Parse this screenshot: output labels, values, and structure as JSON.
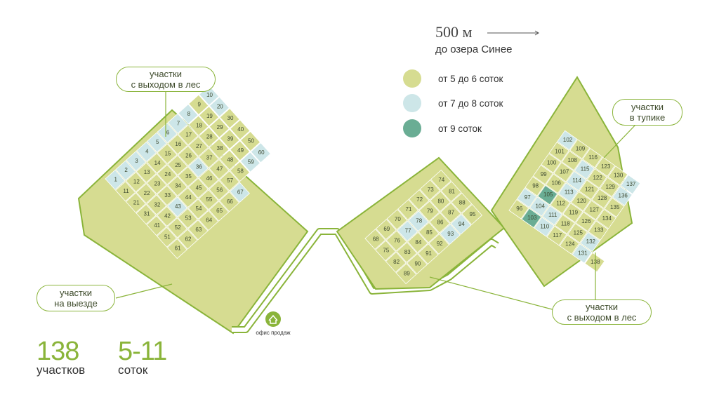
{
  "distance": {
    "value": "500 м",
    "label": "до озера Синее"
  },
  "legend": [
    {
      "label": "от 5 до 6 соток",
      "color": "#d6dc91"
    },
    {
      "label": "от 7 до 8 соток",
      "color": "#cde6e8"
    },
    {
      "label": "от 9 соток",
      "color": "#6aad94"
    }
  ],
  "callouts": {
    "forest_left": [
      "участки",
      "с выходом в лес"
    ],
    "exit": [
      "участки",
      "на выезде"
    ],
    "deadend": [
      "участки",
      "в тупике"
    ],
    "forest_right": [
      "участки",
      "с выходом в лес"
    ]
  },
  "sales_office": "офис продаж",
  "stats": {
    "plots_count": "138",
    "plots_label": "участков",
    "area_range": "5-11",
    "area_label": "соток"
  },
  "colors": {
    "accent": "#8ab43a",
    "road": "#ffffff",
    "outline": "#8ab43a"
  },
  "plots": {
    "light": [
      "1",
      "2",
      "3",
      "4",
      "5",
      "6",
      "7",
      "8",
      "10",
      "20",
      "36",
      "43",
      "59",
      "60",
      "67",
      "77",
      "78",
      "93",
      "94",
      "97",
      "110",
      "111",
      "113",
      "114",
      "115",
      "131",
      "132",
      "136",
      "137",
      "102",
      "104"
    ],
    "teal": [
      "103",
      "105"
    ]
  }
}
